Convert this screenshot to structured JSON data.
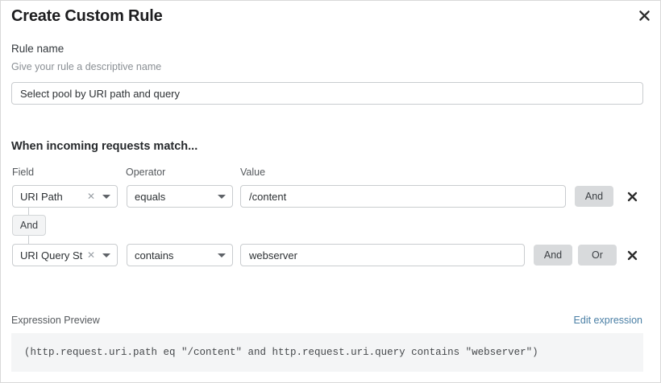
{
  "dialog": {
    "title": "Create Custom Rule",
    "close_icon": "close-icon"
  },
  "rule_name": {
    "label": "Rule name",
    "help": "Give your rule a descriptive name",
    "value": "Select pool by URI path and query",
    "placeholder": "Rule name"
  },
  "match": {
    "heading": "When incoming requests match...",
    "columns": {
      "field": "Field",
      "operator": "Operator",
      "value": "Value"
    },
    "connector": {
      "label": "And"
    },
    "rows": [
      {
        "field": "URI Path",
        "field_clear_icon": "clear-icon",
        "field_caret_icon": "chevron-down-icon",
        "operator": "equals",
        "operator_caret_icon": "chevron-down-icon",
        "value": "/content",
        "value_placeholder": "Value",
        "and_label": "And",
        "delete_icon": "close-icon"
      },
      {
        "field": "URI Query St...",
        "field_clear_icon": "clear-icon",
        "field_caret_icon": "chevron-down-icon",
        "operator": "contains",
        "operator_caret_icon": "chevron-down-icon",
        "value": "webserver",
        "value_placeholder": "Value",
        "and_label": "And",
        "or_label": "Or",
        "delete_icon": "close-icon"
      }
    ]
  },
  "expression": {
    "label": "Expression Preview",
    "edit_link": "Edit expression",
    "code": "(http.request.uri.path eq \"/content\" and http.request.uri.query contains \"webserver\")"
  },
  "colors": {
    "link": "#4a7fa5",
    "pill_bg": "#d8dadc",
    "border": "#c9cccf",
    "code_bg": "#f4f5f6"
  }
}
